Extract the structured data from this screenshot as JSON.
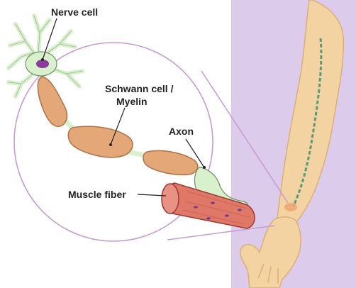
{
  "labels": {
    "nerve_cell": "Nerve cell",
    "schwann_line1": "Schwann cell /",
    "schwann_line2": "Myelin",
    "axon": "Axon",
    "muscle_fiber": "Muscle fiber"
  },
  "colors": {
    "arm_panel": "#dccbea",
    "skin": "#f3d3a2",
    "skin_shadow": "#dcaf75",
    "nerve": "#d9f0cc",
    "nerve_outline": "#6f8f66",
    "nucleus": "#8a3c98",
    "myelin": "#e4a878",
    "myelin_outline": "#b07048",
    "muscle": "#e07868",
    "muscle_outline": "#9a3a34",
    "circle_line": "#c79ad2",
    "label_text": "#222222"
  }
}
